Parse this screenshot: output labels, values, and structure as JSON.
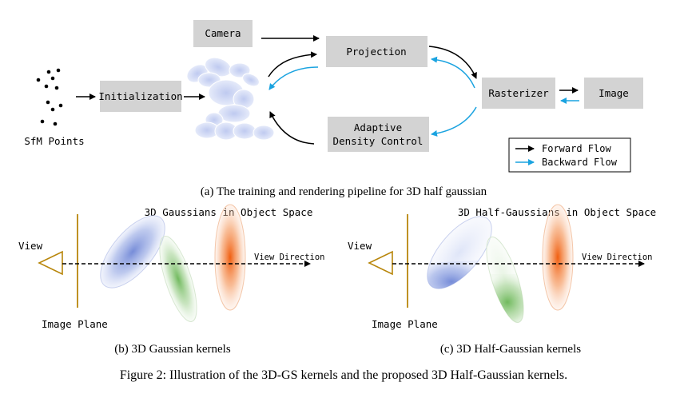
{
  "pipeline": {
    "sfm_points": "SfM Points",
    "initialization": "Initialization",
    "camera": "Camera",
    "projection": "Projection",
    "rasterizer": "Rasterizer",
    "image": "Image",
    "adaptive_line1": "Adaptive",
    "adaptive_line2": "Density Control",
    "legend": {
      "forward": "Forward Flow",
      "backward": "Backward Flow",
      "forward_color": "#000000",
      "backward_color": "#1aa3e0"
    },
    "caption": "(a) The training and rendering pipeline for 3D half gaussian"
  },
  "panel_b": {
    "title": "3D Gaussians in Object Space",
    "view": "View",
    "image_plane": "Image Plane",
    "view_direction": "View Direction",
    "caption": "(b) 3D Gaussian kernels"
  },
  "panel_c": {
    "title": "3D Half-Gaussians in Object Space",
    "view": "View",
    "image_plane": "Image Plane",
    "view_direction": "View Direction",
    "caption": "(c) 3D Half-Gaussian kernels"
  },
  "figure_caption": "Figure 2: Illustration of the 3D-GS kernels and the proposed 3D Half-Gaussian kernels.",
  "colors": {
    "box_fill": "#d3d3d3",
    "blue": "#6f86d6",
    "green": "#7fc46e",
    "orange": "#f07a2a",
    "gold": "#b8860b"
  }
}
